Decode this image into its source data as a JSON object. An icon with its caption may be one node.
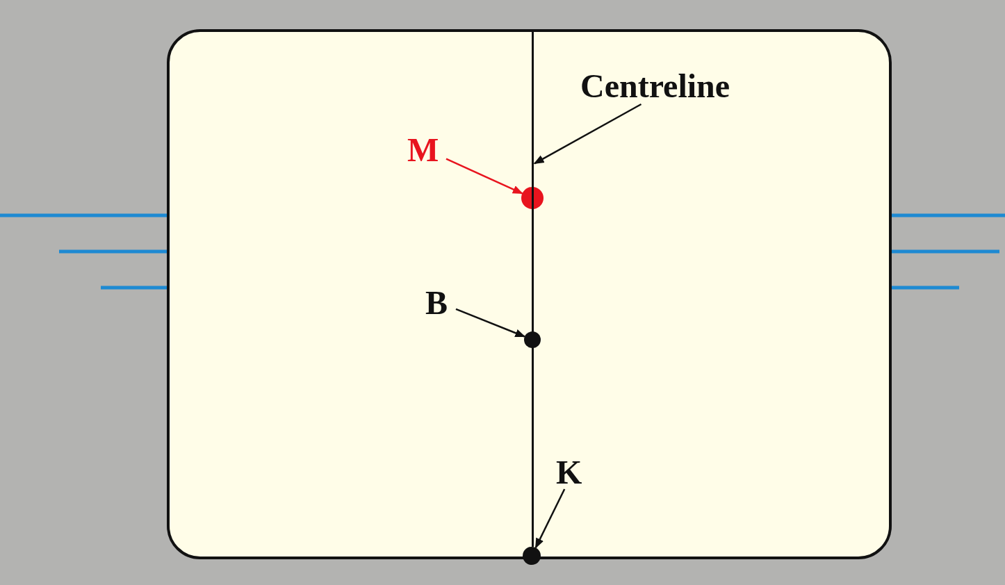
{
  "diagram": {
    "nodes": [
      {
        "text": [],
        "shape": "box"
      },
      {
        "text": [
          "Centreline"
        ],
        "in": 0
      },
      {
        "text": [],
        "shape": "line",
        "in": 0
      },
      {
        "text": [
          "M"
        ],
        "in": 0
      },
      {
        "text": [],
        "shape": "circle",
        "in": 0
      },
      {
        "text": [
          "B"
        ],
        "in": 0
      },
      {
        "text": [],
        "shape": "circle",
        "in": 0
      },
      {
        "text": [
          "K"
        ],
        "in": 0
      },
      {
        "text": [],
        "shape": "circle",
        "in": 0
      }
    ],
    "edges": [
      {
        "from": 1,
        "to": 2,
        "arrow": "to"
      },
      {
        "from": 3,
        "to": 4,
        "arrow": "to",
        "color": "#e8141e"
      },
      {
        "from": 5,
        "to": 6,
        "arrow": "to"
      },
      {
        "from": 7,
        "to": 8,
        "arrow": "to"
      }
    ]
  }
}
